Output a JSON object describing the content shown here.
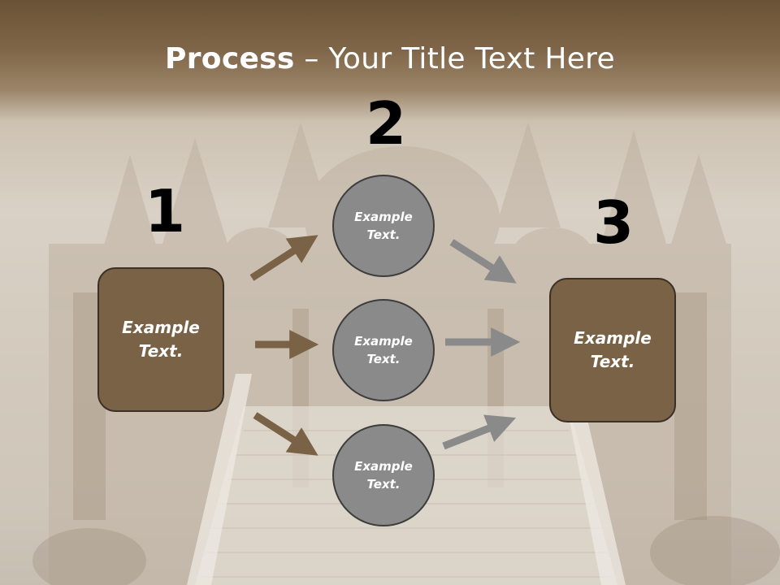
{
  "title": {
    "bold": "Process",
    "rest": " – Your Title Text Here"
  },
  "numbers": {
    "one": "1",
    "two": "2",
    "three": "3"
  },
  "box_left": {
    "line1": "Example",
    "line2": "Text."
  },
  "box_right": {
    "line1": "Example",
    "line2": "Text."
  },
  "circles": [
    {
      "line1": "Example",
      "line2": "Text."
    },
    {
      "line1": "Example",
      "line2": "Text."
    },
    {
      "line1": "Example",
      "line2": "Text."
    }
  ],
  "colors": {
    "box_fill": "#7a6246",
    "circle_fill": "#8a8a8a",
    "arrow_brown": "#7a6246",
    "arrow_gray": "#8a8a8a",
    "header": "#6a5236"
  }
}
